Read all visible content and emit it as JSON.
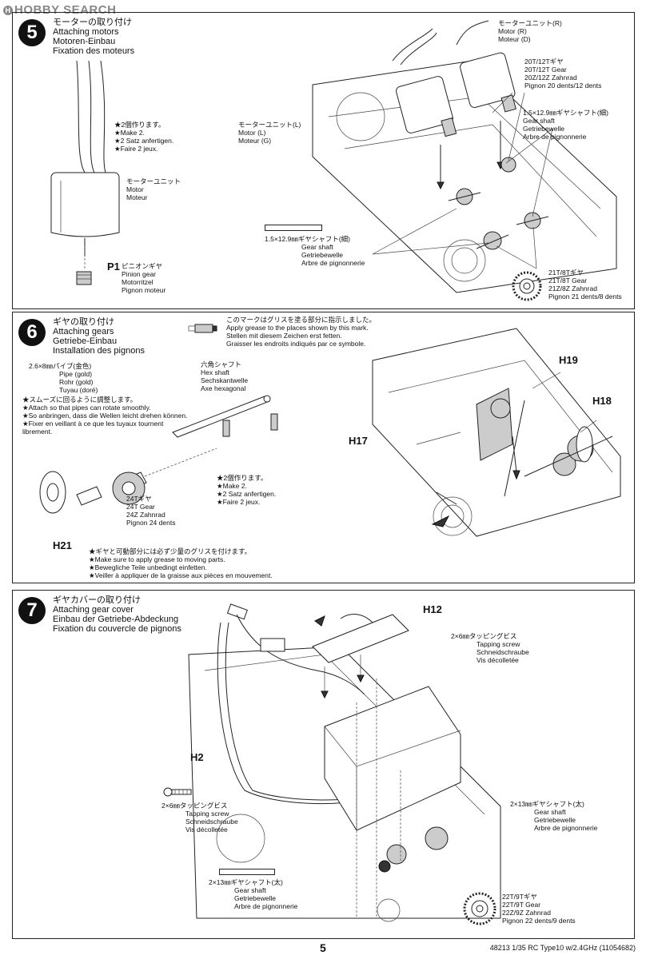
{
  "watermark": "HOBBY SEARCH",
  "steps": {
    "s5": {
      "number": "5",
      "title": [
        "モーターの取り付け",
        "Attaching motors",
        "Motoren-Einbau",
        "Fixation des moteurs"
      ],
      "make2": [
        "★2個作ります。",
        "★Make 2.",
        "★2 Satz anfertigen.",
        "★Faire 2 jeux."
      ],
      "motor_unit": [
        "モーターユニット",
        "Motor",
        "Moteur"
      ],
      "pinion_code": "P1",
      "pinion": [
        "ピニオンギヤ",
        "Pinion gear",
        "Motorritzel",
        "Pignon moteur"
      ],
      "motor_r": [
        "モーターユニット(R)",
        "Motor (R)",
        "Moteur (D)"
      ],
      "motor_l": [
        "モーターユニット(L)",
        "Motor (L)",
        "Moteur (G)"
      ],
      "gear_20t": [
        "20T/12Tギヤ",
        "20T/12T Gear",
        "20Z/12Z Zahnrad",
        "Pignon 20 dents/12 dents"
      ],
      "shaft_right": [
        "1.5×12.9㎜ギヤシャフト(細)",
        "Gear shaft",
        "Getriebewelle",
        "Arbre de pignonnerie"
      ],
      "shaft_left": [
        "1.5×12.9㎜ギヤシャフト(細)",
        "Gear shaft",
        "Getriebewelle",
        "Arbre de pignonnerie"
      ],
      "gear_21t": [
        "21T/8Tギヤ",
        "21T/8T Gear",
        "21Z/8Z Zahnrad",
        "Pignon 21 dents/8 dents"
      ]
    },
    "s6": {
      "number": "6",
      "title": [
        "ギヤの取り付け",
        "Attaching gears",
        "Getriebe-Einbau",
        "Installation des pignons"
      ],
      "grease_note": [
        "このマークはグリスを塗る部分に指示しました。",
        "Apply grease to the places shown by this mark.",
        "Stellen mit diesem Zeichen erst fetten.",
        "Graisser les endroits indiqués par ce symbole."
      ],
      "pipe": [
        "2.6×8㎜パイプ(金色)",
        "Pipe (gold)",
        "Rohr (gold)",
        "Tuyau (doré)"
      ],
      "hex_shaft": [
        "六角シャフト",
        "Hex shaft",
        "Sechskantwelle",
        "Axe hexagonal"
      ],
      "smooth_note": [
        "★スムーズに回るように調整します。",
        "★Attach so that pipes can rotate smoothly.",
        "★So anbringen, dass die Wellen leicht drehen können.",
        "★Fixer en veillant à ce que les tuyaux tournent",
        "librement."
      ],
      "make2": [
        "★2個作ります。",
        "★Make 2.",
        "★2 Satz anfertigen.",
        "★Faire 2 jeux."
      ],
      "gear_24t": [
        "24Tギヤ",
        "24T Gear",
        "24Z Zahnrad",
        "Pignon 24 dents"
      ],
      "code_h21": "H21",
      "code_h17": "H17",
      "code_h18": "H18",
      "code_h19": "H19",
      "grease_warn": [
        "★ギヤと可動部分には必ず少量のグリスを付けます。",
        "★Make sure to apply grease to moving parts.",
        "★Bewegliche Teile unbedingt einfetten.",
        "★Veiller à appliquer de la graisse aux pièces en mouvement."
      ]
    },
    "s7": {
      "number": "7",
      "title": [
        "ギヤカバーの取り付け",
        "Attaching gear cover",
        "Einbau der Getriebe-Abdeckung",
        "Fixation du couvercle de pignons"
      ],
      "code_h12": "H12",
      "code_h2": "H2",
      "screw_top": [
        "2×6㎜タッピングビス",
        "Tapping screw",
        "Schneidschraube",
        "Vis décolletée"
      ],
      "screw_left": [
        "2×6㎜タッピングビス",
        "Tapping screw",
        "Schneidschraube",
        "Vis décolletée"
      ],
      "shaft_right": [
        "2×13㎜ギヤシャフト(太)",
        "Gear shaft",
        "Getriebewelle",
        "Arbre de pignonnerie"
      ],
      "shaft_left": [
        "2×13㎜ギヤシャフト(太)",
        "Gear shaft",
        "Getriebewelle",
        "Arbre de pignonnerie"
      ],
      "gear_22t": [
        "22T/9Tギヤ",
        "22T/9T Gear",
        "22Z/9Z Zahnrad",
        "Pignon 22 dents/9 dents"
      ]
    }
  },
  "footer": {
    "page_number": "5",
    "text": "48213  1/35  RC Type10 w/2.4GHz (11054682)"
  }
}
